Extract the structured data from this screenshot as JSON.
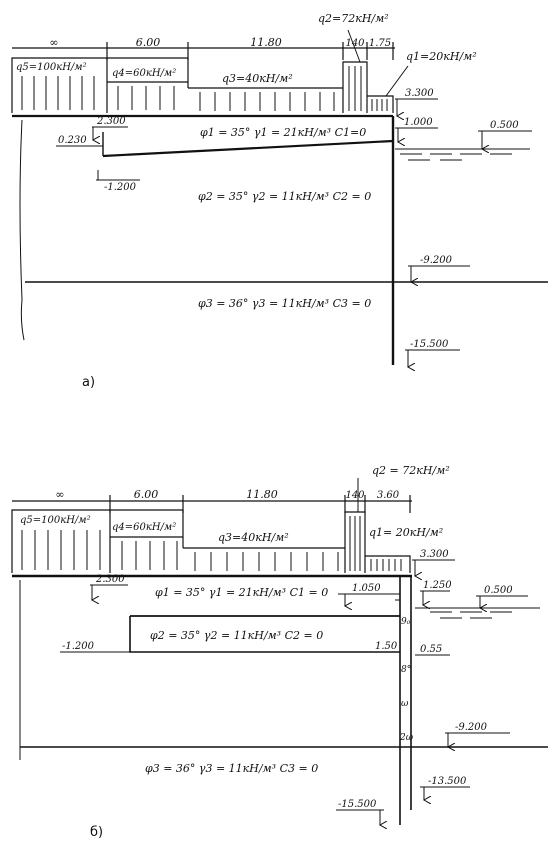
{
  "diagram_a": {
    "caption": "а)",
    "dims": {
      "inf": "∞",
      "d1": "6.00",
      "d2": "11.80",
      "d3": "140",
      "d4": "1.75"
    },
    "loads": {
      "q5": "q5=100кН/м²",
      "q4": "q4=60кН/м²",
      "q3": "q3=40кН/м²",
      "q2": "q2=72кН/м²",
      "q1": "q1=20кН/м²"
    },
    "levels": {
      "l3300": "3.300",
      "l2300": "2.300",
      "l1000": "1.000",
      "l0230": "0.230",
      "l0500": "0.500",
      "lm1200": "-1.200",
      "lm9200": "-9.200",
      "lm15500": "-15.500"
    },
    "layers": {
      "layer1": "φ1 = 35° γ1 = 21кН/м³ C1=0",
      "layer2": "φ2 = 35° γ2 = 11кН/м³ C2 = 0",
      "layer3": "φ3 = 36° γ3 = 11кН/м³ C3 = 0"
    }
  },
  "diagram_b": {
    "caption": "б)",
    "dims": {
      "inf": "∞",
      "d1": "6.00",
      "d2": "11.80",
      "d3": "140",
      "d4": "3.60"
    },
    "loads": {
      "q5": "q5=100кН/м²",
      "q4": "q4=60кН/м²",
      "q3": "q3=40кН/м²",
      "q2": "q2 = 72кН/м²",
      "q1": "q1= 20кН/м²"
    },
    "levels": {
      "l3300": "3.300",
      "l2300": "2.300",
      "l1250": "1.250",
      "l1050": "1.050",
      "l0500": "0.500",
      "lm1200": "-1.200",
      "l150": "1.50",
      "l055": "0.55",
      "lm9200": "-9.200",
      "lm13500": "-13.500",
      "lm15500": "-15.500"
    },
    "wall_labels": {
      "w1": "9₀",
      "w2": "8°",
      "w3": "ω",
      "w4": "2ω"
    },
    "layers": {
      "layer1": "φ1 = 35° γ1 = 21кН/м³ C1 = 0",
      "layer2": "φ2 = 35° γ2 = 11кН/м³ C2 = 0",
      "layer3": "φ3 = 36° γ3 = 11кН/м³ C3 = 0"
    }
  }
}
